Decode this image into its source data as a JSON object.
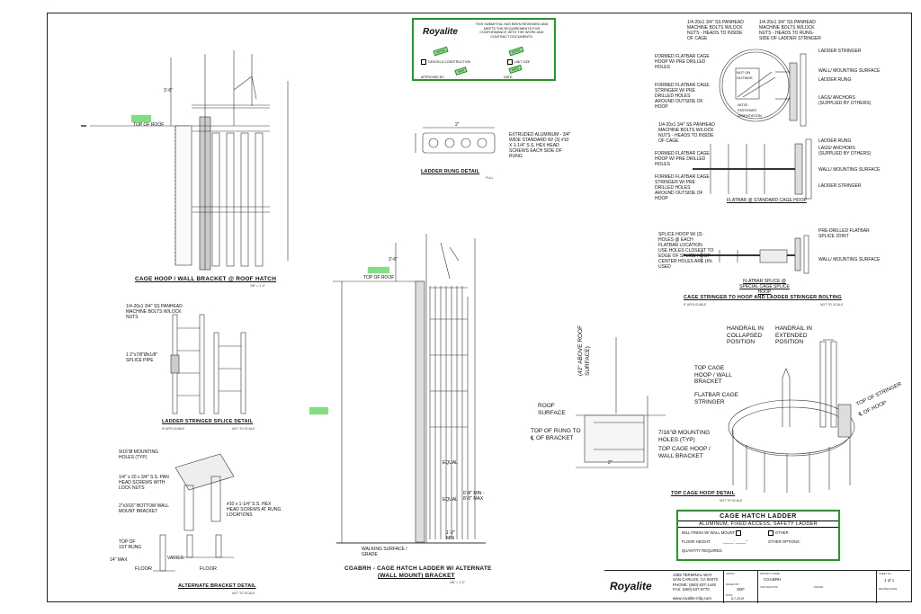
{
  "stamp": {
    "logo": "Royalite",
    "text": "THIS SUBMITTAL HAS BEEN REVIEWED AND MEETS THE REQUIREMENTS FOR CONFORMANCE WITH THE WORK AND CONTRACT DOCUMENTS.",
    "option1": "DESIGN & CONSTRUCTION",
    "option2": "UNIT SIZE",
    "approved_by": "APPROVED BY:",
    "date": "DATE:"
  },
  "top_left": {
    "top_of_roof": "TOP OF ROOF",
    "title": "CAGE HOOP / WALL BRACKET @ ROOF HATCH",
    "scale": "3/8\" = 1'-0\"",
    "dim1": "3'-6\""
  },
  "rung": {
    "dim": "2\"",
    "note": "EXTRUDED ALUMINUM - 3/4\" WIDE STANDARD W/ (3) #10 X 1-1/4\" S.S. HEX HEAD SCREWS EACH SIDE OF RUNG",
    "title": "LADDER RUNG DETAIL",
    "scale": "FULL"
  },
  "top_right": {
    "note_a": "1/4-20x1 3/4\" SS PANHEAD MACHINE BOLTS W/LOCK NUTS - HEADS TO INSIDE OF CAGE",
    "note_b": "1/4-20x1 3/4\" SS PANHEAD MACHINE BOLTS W/LOCK NUTS - HEADS TO RUNG-SIDE OF LADDER STRINGER",
    "note_c": "FORMED FLATBAR CAGE HOOP W/ PRE DRILLED HOLES",
    "note_d": "FORMED FLATBAR CAGE STRINGER W/ PRE DRILLED HOLES AROUND OUTSIDE OF HOOP",
    "nut_on_outside": "NUT ON OUTSIDE",
    "note_fastener": "NOTE- FASTENER ORIENTATION",
    "r1": "LADDER STRINGER",
    "r2": "WALL/ MOUNTING SURFACE",
    "r3": "LADDER RUNG",
    "r4": "LAGS/ ANCHORS (SUPPLIED BY OTHERS)",
    "note_e": "1/4-20x1 3/4\" SS PANHEAD MACHINE BOLTS W/LOCK NUTS - HEADS TO INSIDE OF CAGE",
    "note_f": "FORMED FLATBAR CAGE HOOP W/ PRE DRILLED HOLES",
    "note_g": "FORMED FLATBAR CAGE STRINGER W/ PRE DRILLED HOLES AROUND OUTSIDE OF HOOP",
    "r5": "LADDER RUNG",
    "r6": "LAGS/ ANCHORS (SUPPLIED BY OTHERS)",
    "r7": "WALL/ MOUNTING SURFACE",
    "r8": "LADDER STRINGER",
    "sub1": "FLATBAR @ STANDARD CAGE HOOP",
    "note_h": "SPLICE HOOP W/ (3) HOLES @ EACH FLATBAR LOCATION",
    "note_i": "USE HOLES CLOSEST TO EDGE OF SPLICE HOOP - CENTER HOLES ARE UN-USED",
    "r9": "PRE-DRILLED FLATBAR SPLICE JOINT",
    "r10": "WALL/ MOUNTING SURFACE",
    "sub2": "FLATBAR SPLICE @ SPECIAL CAGE SPLICE HOOP",
    "title": "CAGE STRINGER TO HOOP AND LADDER STRINGER BOLTING",
    "left_scale": "IF APPLICABLE",
    "right_scale": "NOT TO SCALE"
  },
  "splice": {
    "note1": "1/4-20x1 3/4\" SS PANHEAD MACHINE BOLTS W/LOCK NUTS",
    "note2": "1 2\"x7/8\"Øx1/8\" SPLICE PIPE",
    "title": "LADDER STRINGER SPLICE DETAIL",
    "left_scale": "IF APPLICABLE",
    "right_scale": "NOT TO SCALE"
  },
  "alt": {
    "n1": "9/16\"Ø MOUNTING HOLES (TYP)",
    "n2": "1/4\" x 20 x 3/4\" S.S. PAN HEAD SCREWS WITH LOCK NUTS",
    "n3": "2\"x3/16\" BOTTOM WALL MOUNT BRACKET",
    "n4": "#10 x 1-1/4\" S.S. HEX HEAD SCREWS AT RUNG LOCATIONS",
    "n5": "TOP OF 1ST RUNG",
    "n6": "VARIES",
    "n7": "14\" MAX",
    "floor1": "FLOOR",
    "floor2": "FLOOR",
    "title": "ALTERNATE BRACKET DETAIL",
    "scale": "NOT TO SCALE"
  },
  "center": {
    "top_of_roof": "TOP OF ROOF",
    "dim": "3'-6\"",
    "equal1": "EQUAL",
    "equal2": "EQUAL",
    "gap": "6'-8\" MIN - 8'-0\" MAX",
    "bottom_dim": "1'-2\" MIN",
    "walking": "WALKING SURFACE / GRADE",
    "title1": "CGABRH - CAGE HATCH LADDER W/ ALTERNATE",
    "title2": "(WALL MOUNT) BRACKET",
    "scale": "3/8\" = 1'-0\""
  },
  "hoop": {
    "above_roof": "(42\" ABOVE ROOF SURFACE)",
    "roof_surface": "ROOF SURFACE",
    "top_rung": "TOP OF RUNG TO ℄ OF BRACKET",
    "holes": "7/16\"Ø MOUNTING HOLES (TYP)",
    "bracket": "TOP CAGE HOOP / WALL BRACKET",
    "dim_2": "2\"",
    "collapsed": "HANDRAIL IN COLLAPSED POSITION",
    "extended": "HANDRAIL IN EXTENDED POSITION",
    "top_cage": "TOP CAGE HOOP / WALL BRACKET",
    "flatbar": "FLATBAR CAGE STRINGER",
    "stringer_label": "TOP OF STRINGER",
    "cl_hoop": "℄ OF HOOP",
    "title": "TOP CAGE HOOP DETAIL",
    "scale": "NOT TO SCALE"
  },
  "info": {
    "h1": "CAGE HATCH LADDER",
    "h2": "ALUMINUM, FIXED ACCESS, SAFETY LADDER",
    "mill": "MILL FINISH W/ WALL MOUNT",
    "other": "OTHER",
    "floor_height": "FLOOR HEIGHT:",
    "other_options": "OTHER OPTIONS:",
    "quantity": "QUANTITY REQUIRED:"
  },
  "title_block": {
    "logo": "Royalite",
    "address": "1055 TERMINAL WAY\nSAN CARLOS, CA 94070\nPHONE: (650) 637-1440\nFAX: (650) 637-9770",
    "web": "www.royalite-mfg.com",
    "job_no_label": "JOB No.",
    "drawn_by_label": "DRAWN BY",
    "drawn_by": "SDF",
    "date_label": "DATE",
    "date": "8-7-2019",
    "project_name_label": "PROJECT NAME",
    "project_name": "CGABRH",
    "contractor_label": "CONTRACTOR",
    "phone_label": "PHONE",
    "sheet_no_label": "SHEET No.",
    "sheet_no": "1 of 1",
    "revised_label": "REVISED DATE"
  },
  "colors": {
    "highlight": "#7fe07f",
    "stamp_border": "#1aa31a"
  }
}
